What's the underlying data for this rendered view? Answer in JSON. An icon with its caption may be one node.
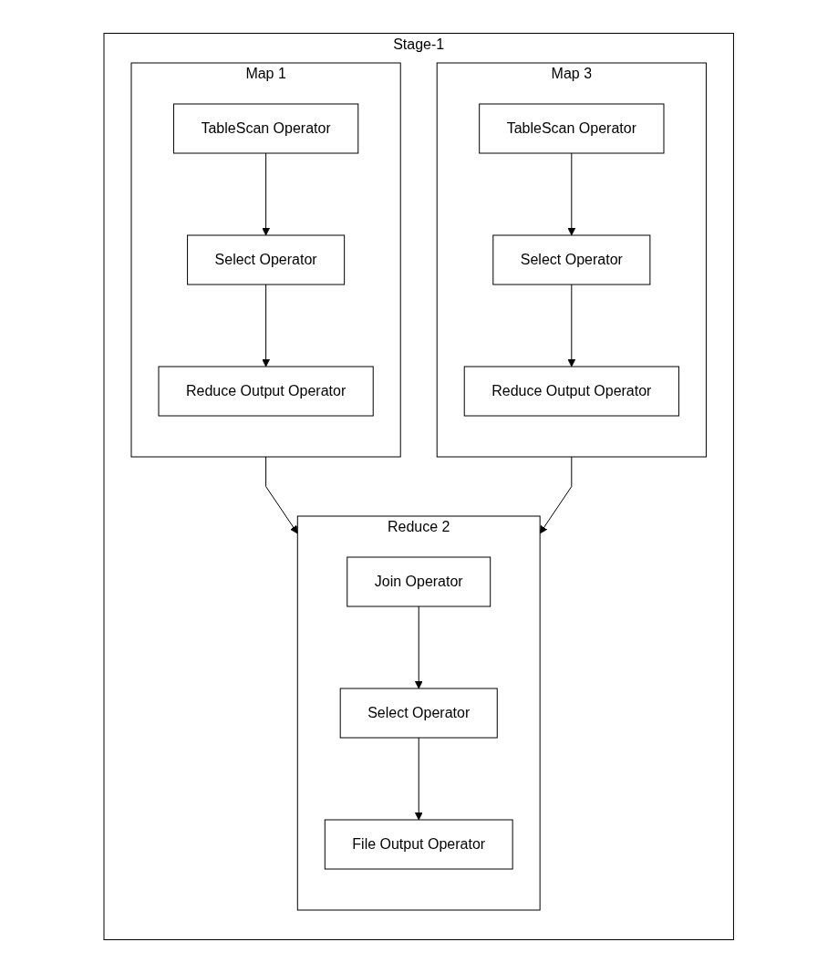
{
  "diagram": {
    "nodes": [
      {
        "text": [
          "Stage-1"
        ]
      },
      {
        "text": [
          "Map 1"
        ],
        "in": 0
      },
      {
        "text": [
          "TableScan Operator"
        ],
        "in": 1
      },
      {
        "text": [
          "Select Operator"
        ],
        "in": 1
      },
      {
        "text": [
          "Reduce Output Operator"
        ],
        "in": 1
      },
      {
        "text": [
          "Map 3"
        ],
        "in": 0
      },
      {
        "text": [
          "TableScan Operator"
        ],
        "in": 5
      },
      {
        "text": [
          "Select Operator"
        ],
        "in": 5
      },
      {
        "text": [
          "Reduce Output Operator"
        ],
        "in": 5
      },
      {
        "text": [
          "Reduce 2"
        ],
        "in": 0
      },
      {
        "text": [
          "Join Operator"
        ],
        "in": 9
      },
      {
        "text": [
          "Select Operator"
        ],
        "in": 9
      },
      {
        "text": [
          "File Output Operator"
        ],
        "in": 9
      }
    ],
    "edges": [
      {
        "from": 2,
        "to": 3,
        "arrow": "to"
      },
      {
        "from": 3,
        "to": 4,
        "arrow": "to"
      },
      {
        "from": 6,
        "to": 7,
        "arrow": "to"
      },
      {
        "from": 7,
        "to": 8,
        "arrow": "to"
      },
      {
        "from": 1,
        "to": 9,
        "arrow": "to"
      },
      {
        "from": 5,
        "to": 9,
        "arrow": "to"
      },
      {
        "from": 10,
        "to": 11,
        "arrow": "to"
      },
      {
        "from": 11,
        "to": 12,
        "arrow": "to"
      }
    ]
  }
}
